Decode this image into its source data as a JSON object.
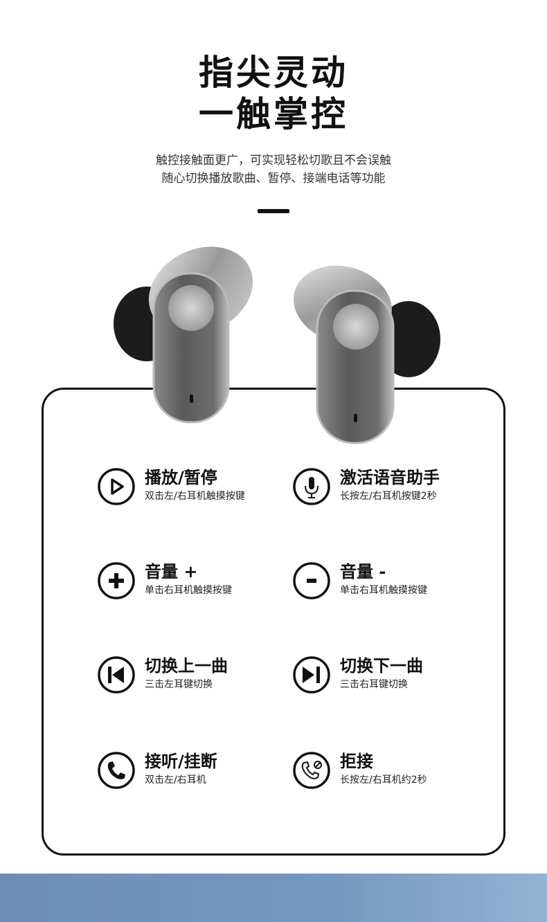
{
  "heading": {
    "line1": "指尖灵动",
    "line2": "一触掌控"
  },
  "subtitle": {
    "line1": "触控接触面更广，可实现轻松切歌且不会误触",
    "line2": "随心切换播放歌曲、暂停、接端电话等功能"
  },
  "features": [
    {
      "title": "播放/暂停",
      "desc": "双击左/右耳机触摸按键",
      "icon": "play-icon"
    },
    {
      "title": "激活语音助手",
      "desc": "长按左/右耳机按键2秒",
      "icon": "microphone-icon"
    },
    {
      "title": "音量 +",
      "desc": "单击右耳机触摸按键",
      "icon": "plus-icon"
    },
    {
      "title": "音量 -",
      "desc": "单击右耳机触摸按键",
      "icon": "minus-icon"
    },
    {
      "title": "切换上一曲",
      "desc": "三击左耳键切换",
      "icon": "previous-track-icon"
    },
    {
      "title": "切换下一曲",
      "desc": "三击右耳键切换",
      "icon": "next-track-icon"
    },
    {
      "title": "接听/挂断",
      "desc": "双击左/右耳机",
      "icon": "phone-icon"
    },
    {
      "title": "拒接",
      "desc": "长按左/右耳机约2秒",
      "icon": "reject-call-icon"
    }
  ]
}
